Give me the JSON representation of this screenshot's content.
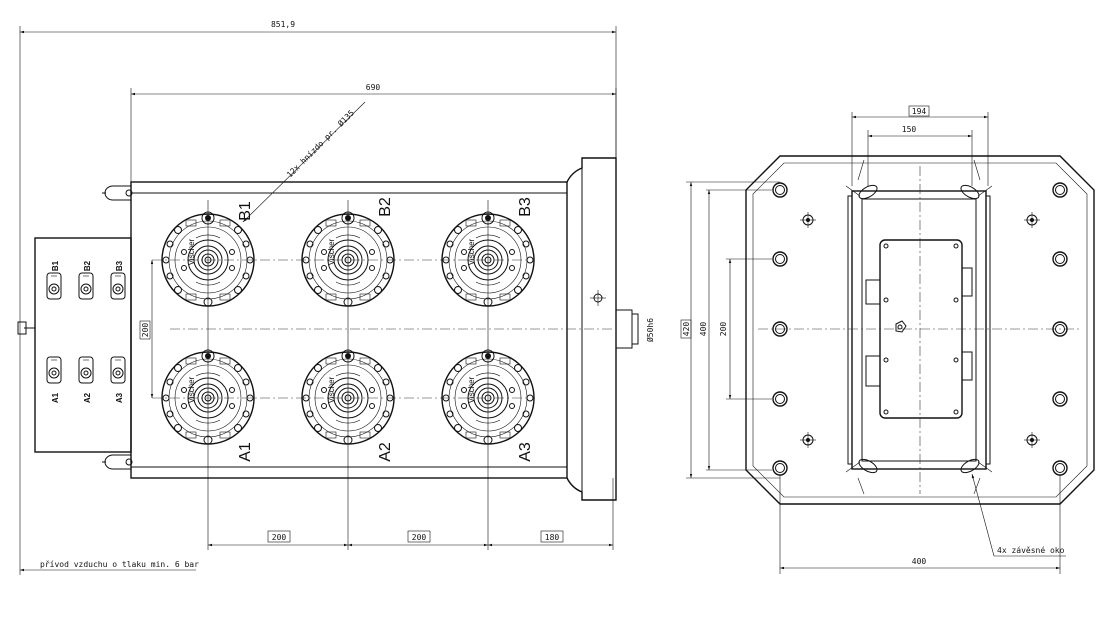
{
  "dimensions": {
    "overall_width": "851,9",
    "body_width": "690",
    "pitch_1": "200",
    "pitch_2": "200",
    "edge_offset": "180",
    "row_spacing": "200",
    "shaft_dia": "Ø50h6",
    "side_outer_height": "420",
    "side_inner_height": "400",
    "side_row_spacing": "200",
    "side_top_outer": "194",
    "side_top_inner": "150",
    "side_bottom_width": "400"
  },
  "notes": {
    "nests": "12x hnízdo pr. Ø135",
    "air_supply": "přívod vzduchu o tlaku min. 6 bar",
    "lifting_eyes": "4x závěsné oko"
  },
  "nest_labels": {
    "b1": "B1",
    "b2": "B2",
    "b3": "B3",
    "a1": "A1",
    "a2": "A2",
    "a3": "A3"
  },
  "valve_labels": {
    "b1": "B1",
    "b2": "B2",
    "b3": "B3",
    "a1": "A1",
    "a2": "A2",
    "a3": "A3"
  },
  "chuck_brand": "Vischer"
}
